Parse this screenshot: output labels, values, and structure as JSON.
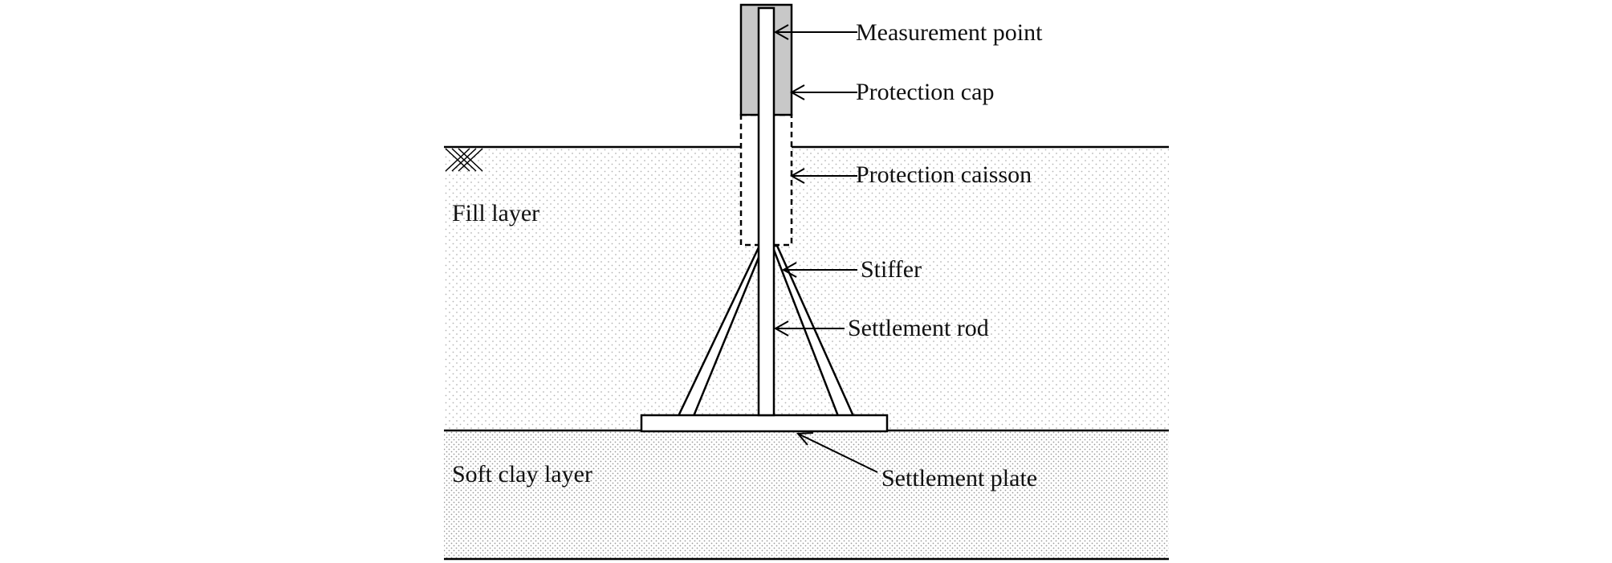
{
  "diagram": {
    "layers": {
      "fill": "Fill layer",
      "soft_clay": "Soft clay layer"
    },
    "components": {
      "measurement_point": "Measurement point",
      "protection_cap": "Protection cap",
      "protection_caisson": "Protection caisson",
      "stiffer": "Stiffer",
      "settlement_rod": "Settlement rod",
      "settlement_plate": "Settlement plate"
    },
    "colors": {
      "line": "#000000",
      "cap_fill": "#c8c8c8",
      "fill_dots": "#b5b5b5",
      "clay_dots": "#9a9a9a"
    }
  }
}
